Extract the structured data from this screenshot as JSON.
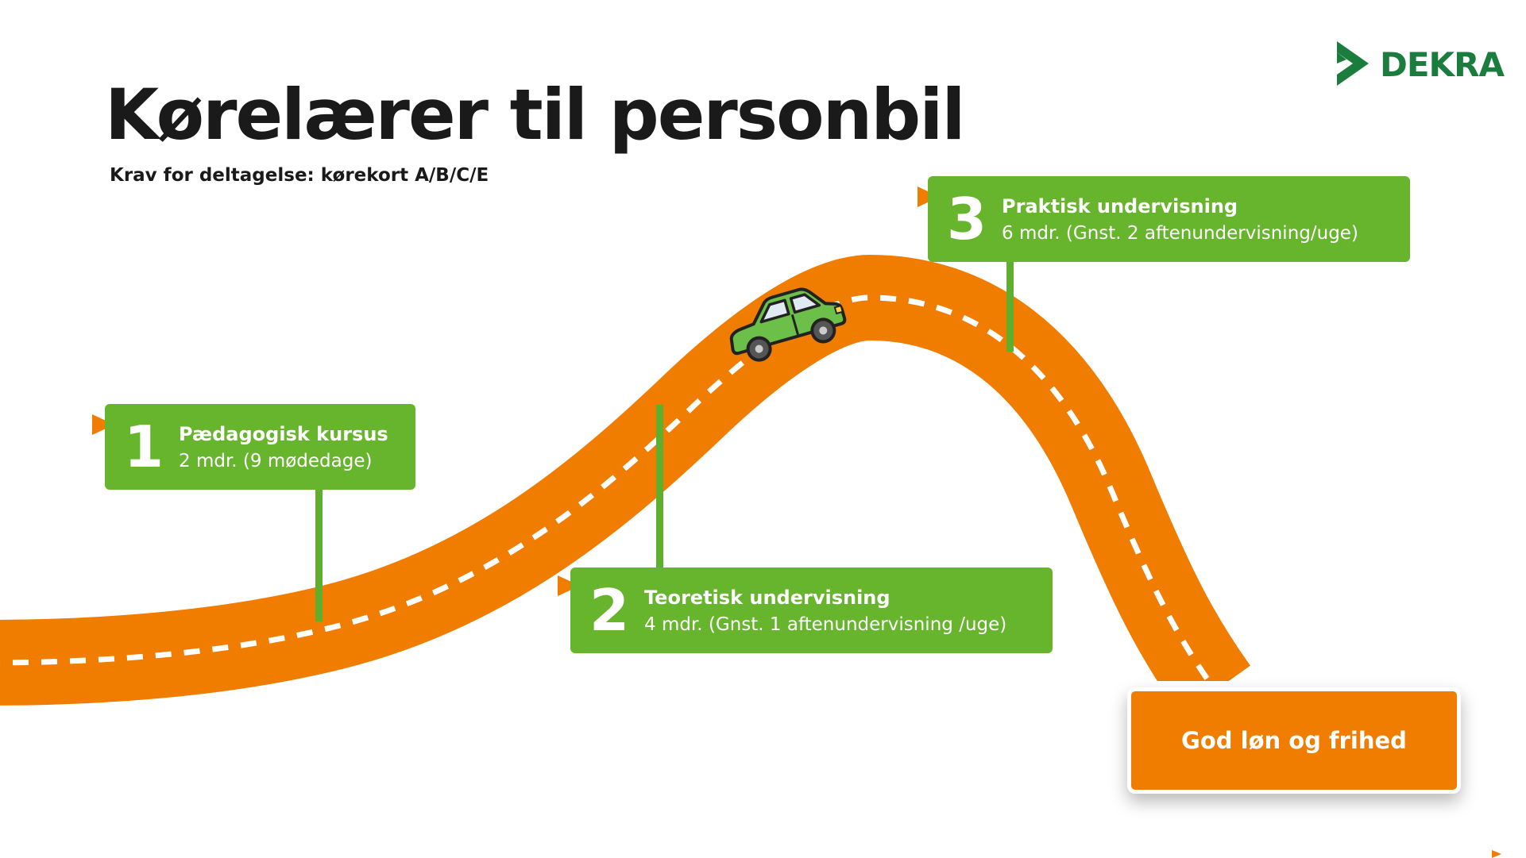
{
  "brand": {
    "name": "DEKRA",
    "logo_icon": "dekra-arrow-icon",
    "color": "#1b7d3d"
  },
  "title": "Kørelærer til personbil",
  "subtitle": "Krav for deltagelse: kørekort A/B/C/E",
  "colors": {
    "road": "#f07d00",
    "road_dashes": "#ffffff",
    "card": "#67b52d",
    "pole": "#5faf2e",
    "flag": "#f07d00",
    "car": "#6cc04a"
  },
  "steps": [
    {
      "number": "1",
      "title": "Pædagogisk kursus",
      "description": "2 mdr. (9 mødedage)"
    },
    {
      "number": "2",
      "title": "Teoretisk undervisning",
      "description": "4 mdr. (Gnst. 1 aftenundervisning /uge)"
    },
    {
      "number": "3",
      "title": "Praktisk undervisning",
      "description": "6 mdr. (Gnst. 2 aftenundervisning/uge)"
    }
  ],
  "goal": {
    "label": "God løn og frihed"
  },
  "decor": {
    "road_icon": "road-icon",
    "vehicle_icon": "car-icon"
  }
}
